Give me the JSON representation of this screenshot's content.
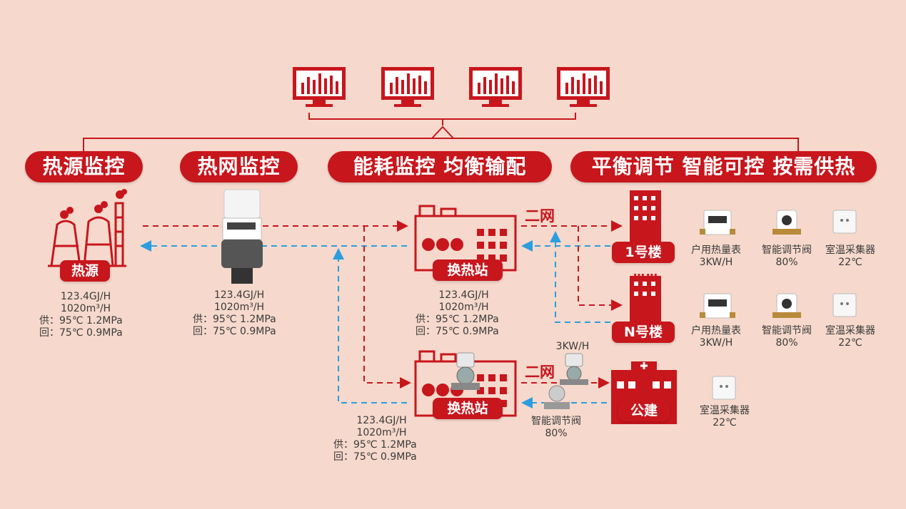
{
  "titles": {
    "heat_source": "热源监控",
    "heat_network": "热网监控",
    "energy": "能耗监控  均衡输配",
    "balance": "平衡调节  智能可控  按需供热"
  },
  "nodes": {
    "source": "热源",
    "station1": "换热站",
    "station2": "换热站",
    "building1": "1号楼",
    "buildingN": "N号楼",
    "public": "公建"
  },
  "secondary_network_label": "二网",
  "ellipsis": "……",
  "stats": {
    "source": {
      "l1": "123.4GJ/H",
      "l2": "1020m³/H",
      "l3": "供：95℃  1.2MPa",
      "l4": "回：75℃  0.9MPa"
    },
    "meter": {
      "l1": "123.4GJ/H",
      "l2": "1020m³/H",
      "l3": "供：95℃  1.2MPa",
      "l4": "回：75℃  0.9MPa"
    },
    "station1": {
      "l1": "123.4GJ/H",
      "l2": "1020m³/H",
      "l3": "供：95℃  1.2MPa",
      "l4": "回：75℃  0.9MPa"
    },
    "station2": {
      "l1": "123.4GJ/H",
      "l2": "1020m³/H",
      "l3": "供：95℃  1.2MPa",
      "l4": "回：75℃  0.9MPa"
    }
  },
  "building_devices": {
    "heat_meter": {
      "label": "户用热量表",
      "value": "3KW/H"
    },
    "valve": {
      "label": "智能调节阀",
      "value": "80%"
    },
    "temp": {
      "label": "室温采集器",
      "value": "22℃"
    }
  },
  "public_devices": {
    "meter_value": "3KW/H",
    "valve": {
      "label": "智能调节阀",
      "value": "80%"
    },
    "temp": {
      "label": "室温采集器",
      "value": "22℃"
    }
  },
  "colors": {
    "red": "#c8161d",
    "blue": "#2a9ee0",
    "bg": "#f6d9cc"
  }
}
